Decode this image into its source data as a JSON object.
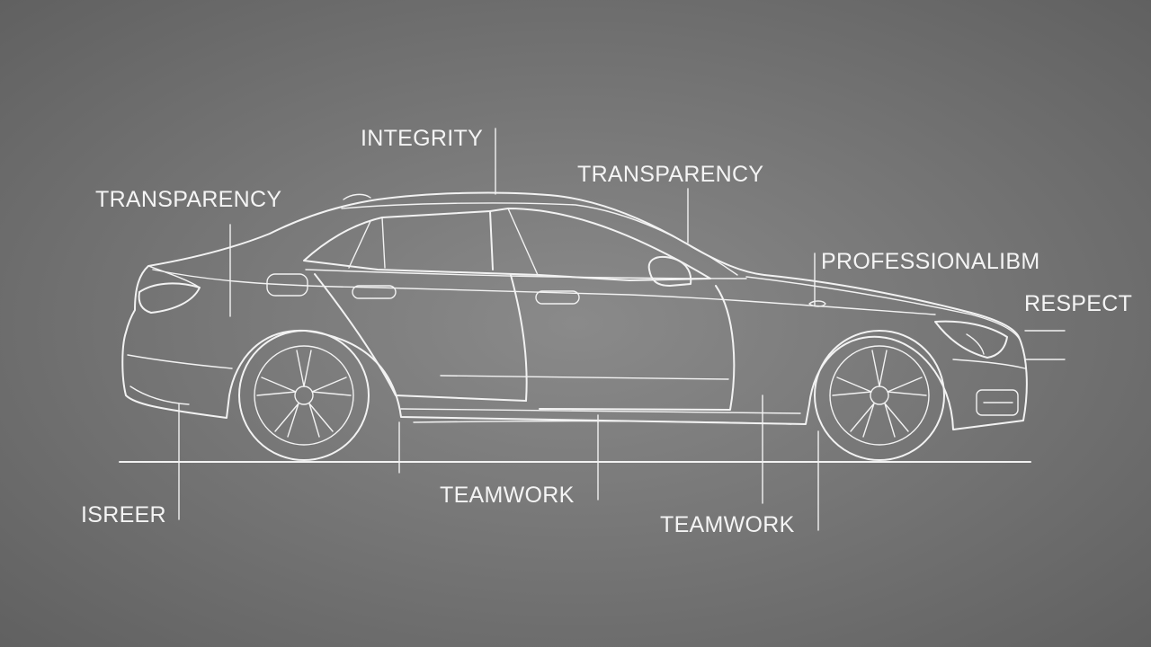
{
  "labels": {
    "integrity": "INTEGRITY",
    "transparency_left": "TRANSPARENCY",
    "transparency_right": "TRANSPARENCY",
    "professionalism": "PROFESSIONALIBM",
    "respect": "RESPECT",
    "isreer": "ISREER",
    "teamwork_center": "TEAMWORK",
    "teamwork_right": "TEAMWORK"
  },
  "colors": {
    "background_center": "#8a8a8a",
    "background_edge": "#5e5e5e",
    "line": "#f2f2f2"
  }
}
